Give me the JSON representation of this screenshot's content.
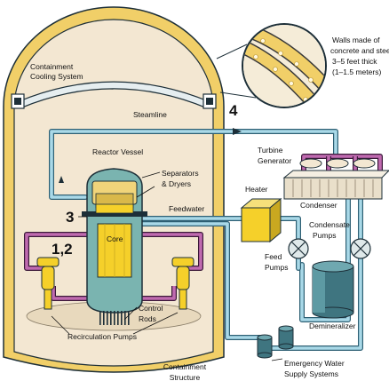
{
  "labels": {
    "containment_cooling": [
      "Containment",
      "Cooling System"
    ],
    "walls": [
      "Walls made of",
      "concrete and steel",
      "3–5 feet thick",
      "(1–1.5 meters)"
    ],
    "steamline": "Steamline",
    "num4": "4",
    "turbine": [
      "Turbine",
      "Generator"
    ],
    "reactor_vessel": "Reactor Vessel",
    "separators": [
      "Separators",
      "& Dryers"
    ],
    "heater": "Heater",
    "condenser": "Condenser",
    "num3": "3",
    "feedwater": "Feedwater",
    "condensate_pumps": [
      "Condensate",
      "Pumps"
    ],
    "core": "Core",
    "num12": "1,2",
    "feed_pumps": [
      "Feed",
      "Pumps"
    ],
    "control_rods": [
      "Control",
      "Rods"
    ],
    "demineralizer": "Demineralizer",
    "recirculation": "Recirculation Pumps",
    "containment_structure": [
      "Containment",
      "Structure"
    ],
    "emergency_water": [
      "Emergency Water",
      "Supply Systems"
    ]
  },
  "colors": {
    "wall": "#f1cf68",
    "interior": "#f3e7d2",
    "pipe": "#a9d9e8",
    "magenta_pipe": "#c06ab0",
    "vessel": "#7ab4b0",
    "core": "#f5d02a",
    "condenser": "#e9dfca"
  }
}
